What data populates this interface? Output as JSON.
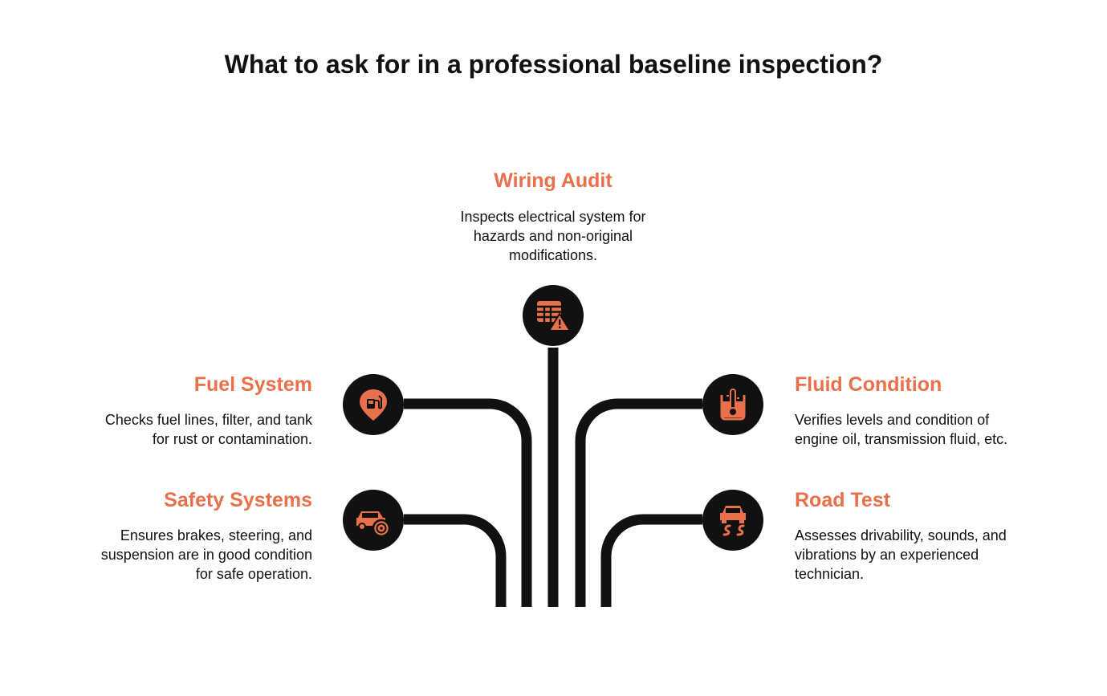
{
  "title": "What to ask for in a professional baseline inspection?",
  "colors": {
    "accent": "#e8704a",
    "dark": "#111111",
    "background": "#ffffff"
  },
  "items": {
    "wiring": {
      "heading": "Wiring Audit",
      "lines": [
        "Inspects electrical system for",
        "hazards and non-original",
        "modifications."
      ],
      "icon": "wiring-grid-warning-icon"
    },
    "fuel": {
      "heading": "Fuel System",
      "lines": [
        "Checks fuel lines, filter, and tank",
        "for rust or contamination."
      ],
      "icon": "fuel-pump-icon"
    },
    "safety": {
      "heading": "Safety Systems",
      "lines": [
        "Ensures brakes, steering, and",
        "suspension are in good condition",
        "for safe operation."
      ],
      "icon": "car-brake-icon"
    },
    "fluid": {
      "heading": "Fluid Condition",
      "lines": [
        "Verifies levels and condition of",
        "engine oil, transmission fluid, etc."
      ],
      "icon": "fluid-thermometer-icon"
    },
    "road": {
      "heading": "Road Test",
      "lines": [
        "Assesses drivability, sounds, and",
        "vibrations by an experienced",
        "technician."
      ],
      "icon": "car-skid-icon"
    }
  }
}
